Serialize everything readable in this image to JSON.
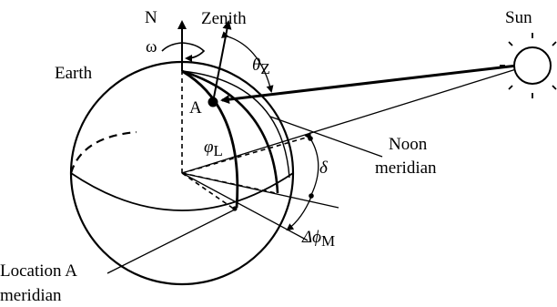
{
  "labels": {
    "north": "N",
    "zenith": "Zenith",
    "sun": "Sun",
    "omega": "ω",
    "earth": "Earth",
    "point_a": "A",
    "theta": "θ",
    "theta_sub": "Z",
    "phi": "φ",
    "phi_sub": "L",
    "noon_line1": "Noon",
    "noon_line2": "meridian",
    "delta": "δ",
    "dphi_prefix": "Δ",
    "dphi": "ϕ",
    "dphi_sub": "M",
    "loc_line1": "Location A",
    "loc_line2": "meridian"
  }
}
